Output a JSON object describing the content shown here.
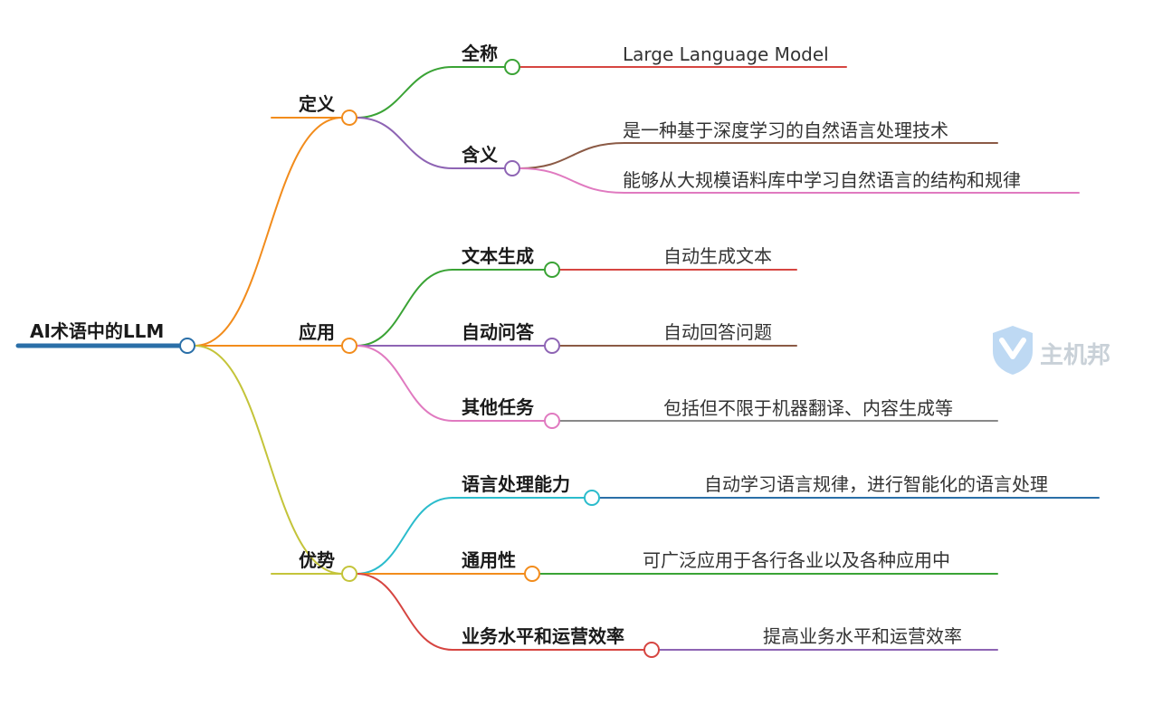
{
  "root": {
    "label": "AI术语中的LLM",
    "color": "#2a6fa8"
  },
  "branches": [
    {
      "label": "定义",
      "color": "#f28c1c",
      "children": [
        {
          "label": "全称",
          "color": "#3aa335",
          "leaves": [
            {
              "text": "Large Language Model",
              "color": "#d64541"
            }
          ]
        },
        {
          "label": "含义",
          "color": "#8e64b4",
          "leaves": [
            {
              "text": "是一种基于深度学习的自然语言处理技术",
              "color": "#8b5a45"
            },
            {
              "text": "能够从大规模语料库中学习自然语言的结构和规律",
              "color": "#e07ac0"
            }
          ]
        }
      ]
    },
    {
      "label": "应用",
      "color": "#f28c1c",
      "children": [
        {
          "label": "文本生成",
          "color": "#3aa335",
          "leaves": [
            {
              "text": "自动生成文本",
              "color": "#d64541"
            }
          ]
        },
        {
          "label": "自动问答",
          "color": "#8e64b4",
          "leaves": [
            {
              "text": "自动回答问题",
              "color": "#8b5a45"
            }
          ]
        },
        {
          "label": "其他任务",
          "color": "#e07ac0",
          "leaves": [
            {
              "text": "包括但不限于机器翻译、内容生成等",
              "color": "#888888"
            }
          ]
        }
      ]
    },
    {
      "label": "优势",
      "color": "#c4c43a",
      "children": [
        {
          "label": "语言处理能力",
          "color": "#2bbccc",
          "leaves": [
            {
              "text": "自动学习语言规律，进行智能化的语言处理",
              "color": "#2a6fa8"
            }
          ]
        },
        {
          "label": "通用性",
          "color": "#f28c1c",
          "leaves": [
            {
              "text": "可广泛应用于各行各业以及各种应用中",
              "color": "#3aa335"
            }
          ]
        },
        {
          "label": "业务水平和运营效率",
          "color": "#d64541",
          "leaves": [
            {
              "text": "提高业务水平和运营效率",
              "color": "#8e64b4"
            }
          ]
        }
      ]
    }
  ],
  "watermark": {
    "text": "主机邦",
    "icon": "shield-v-logo-icon"
  }
}
